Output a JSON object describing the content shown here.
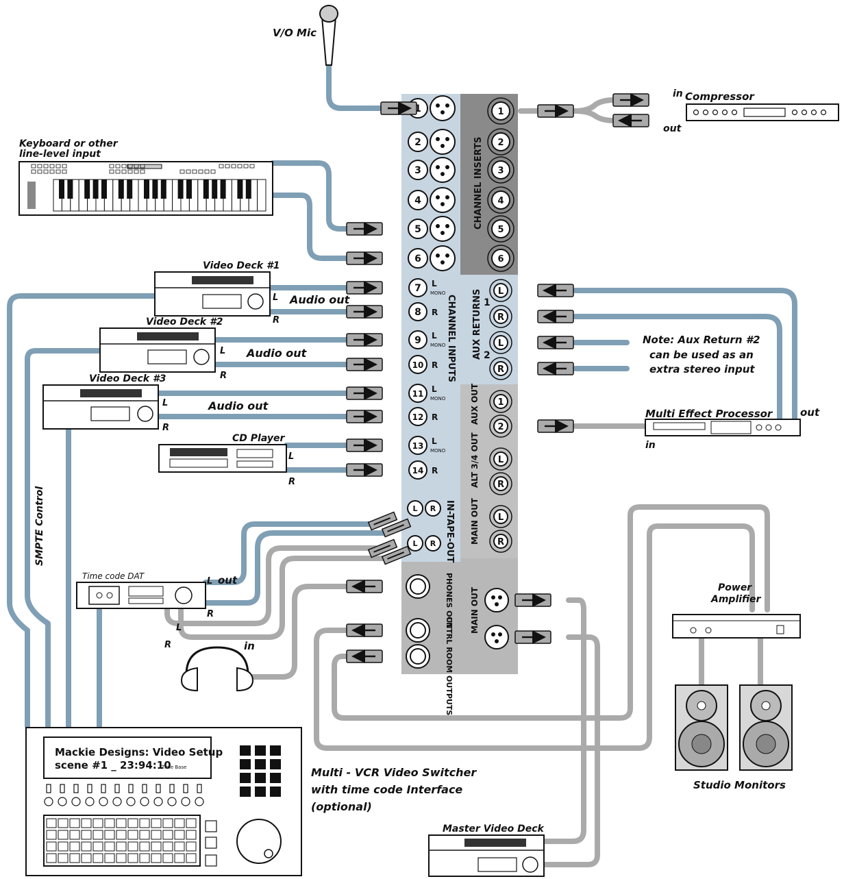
{
  "colors": {
    "blue_cable": "#7f9fb5",
    "gray_cable": "#aaaaaa",
    "panel_light": "#c7d5e1",
    "panel_dark": "#8a8a8a",
    "panel_mid": "#c0c0c0",
    "panel_gray": "#b8b8b8"
  },
  "devices": {
    "mic": "V/O Mic",
    "compressor": "Compressor",
    "compressor_in": "in",
    "compressor_out": "out",
    "keyboard_line1": "Keyboard or other",
    "keyboard_line2": "line-level input",
    "deck1": "Video  Deck #1",
    "deck2": "Video  Deck #2",
    "deck3": "Video  Deck #3",
    "cd": "CD Player",
    "dat": "Time code DAT",
    "dat_out": "out",
    "dat_in": "in",
    "audio_out": "Audio out",
    "note_line1": "Note: Aux Return #2",
    "note_line2": "can be used as an",
    "note_line3": "extra stereo input",
    "mfx": "Multi Effect Processor",
    "mfx_in": "in",
    "mfx_out": "out",
    "power_amp_line1": "Power",
    "power_amp_line2": "Amplifier",
    "monitors": "Studio Monitors",
    "master_deck": "Master Video Deck",
    "switcher_line1": "Multi - VCR Video Switcher",
    "switcher_line2": "with time code Interface",
    "switcher_line3": "(optional)",
    "switcher_display_line1": "Mackie Designs:  Video Setup",
    "switcher_display_line2": "scene #1  _  23:94:10",
    "switcher_display_small": "Time Base",
    "smpte": "SMPTE Control"
  },
  "mixer": {
    "channel_inputs": "CHANNEL    INPUTS",
    "channel_inserts": "CHANNEL INSERTS",
    "aux_returns": "AUX RETURNS",
    "aux_out": "AUX OUT",
    "alt34": "ALT 3/4 OUT",
    "main_out": "MAIN OUT",
    "tape": "IN-TAPE-OUT",
    "phones": "PHONES OUT",
    "ctrl_room": "CNTRL ROOM OUTPUTS",
    "main_out_xlr": "MAIN OUT",
    "mono": "MONO",
    "L": "L",
    "R": "R",
    "ret1": "1",
    "ret2": "2",
    "ch": [
      "1",
      "2",
      "3",
      "4",
      "5",
      "6",
      "7",
      "8",
      "9",
      "10",
      "11",
      "12",
      "13",
      "14"
    ],
    "inserts": [
      "1",
      "2",
      "3",
      "4",
      "5",
      "6"
    ],
    "auxouts": [
      "1",
      "2"
    ]
  }
}
